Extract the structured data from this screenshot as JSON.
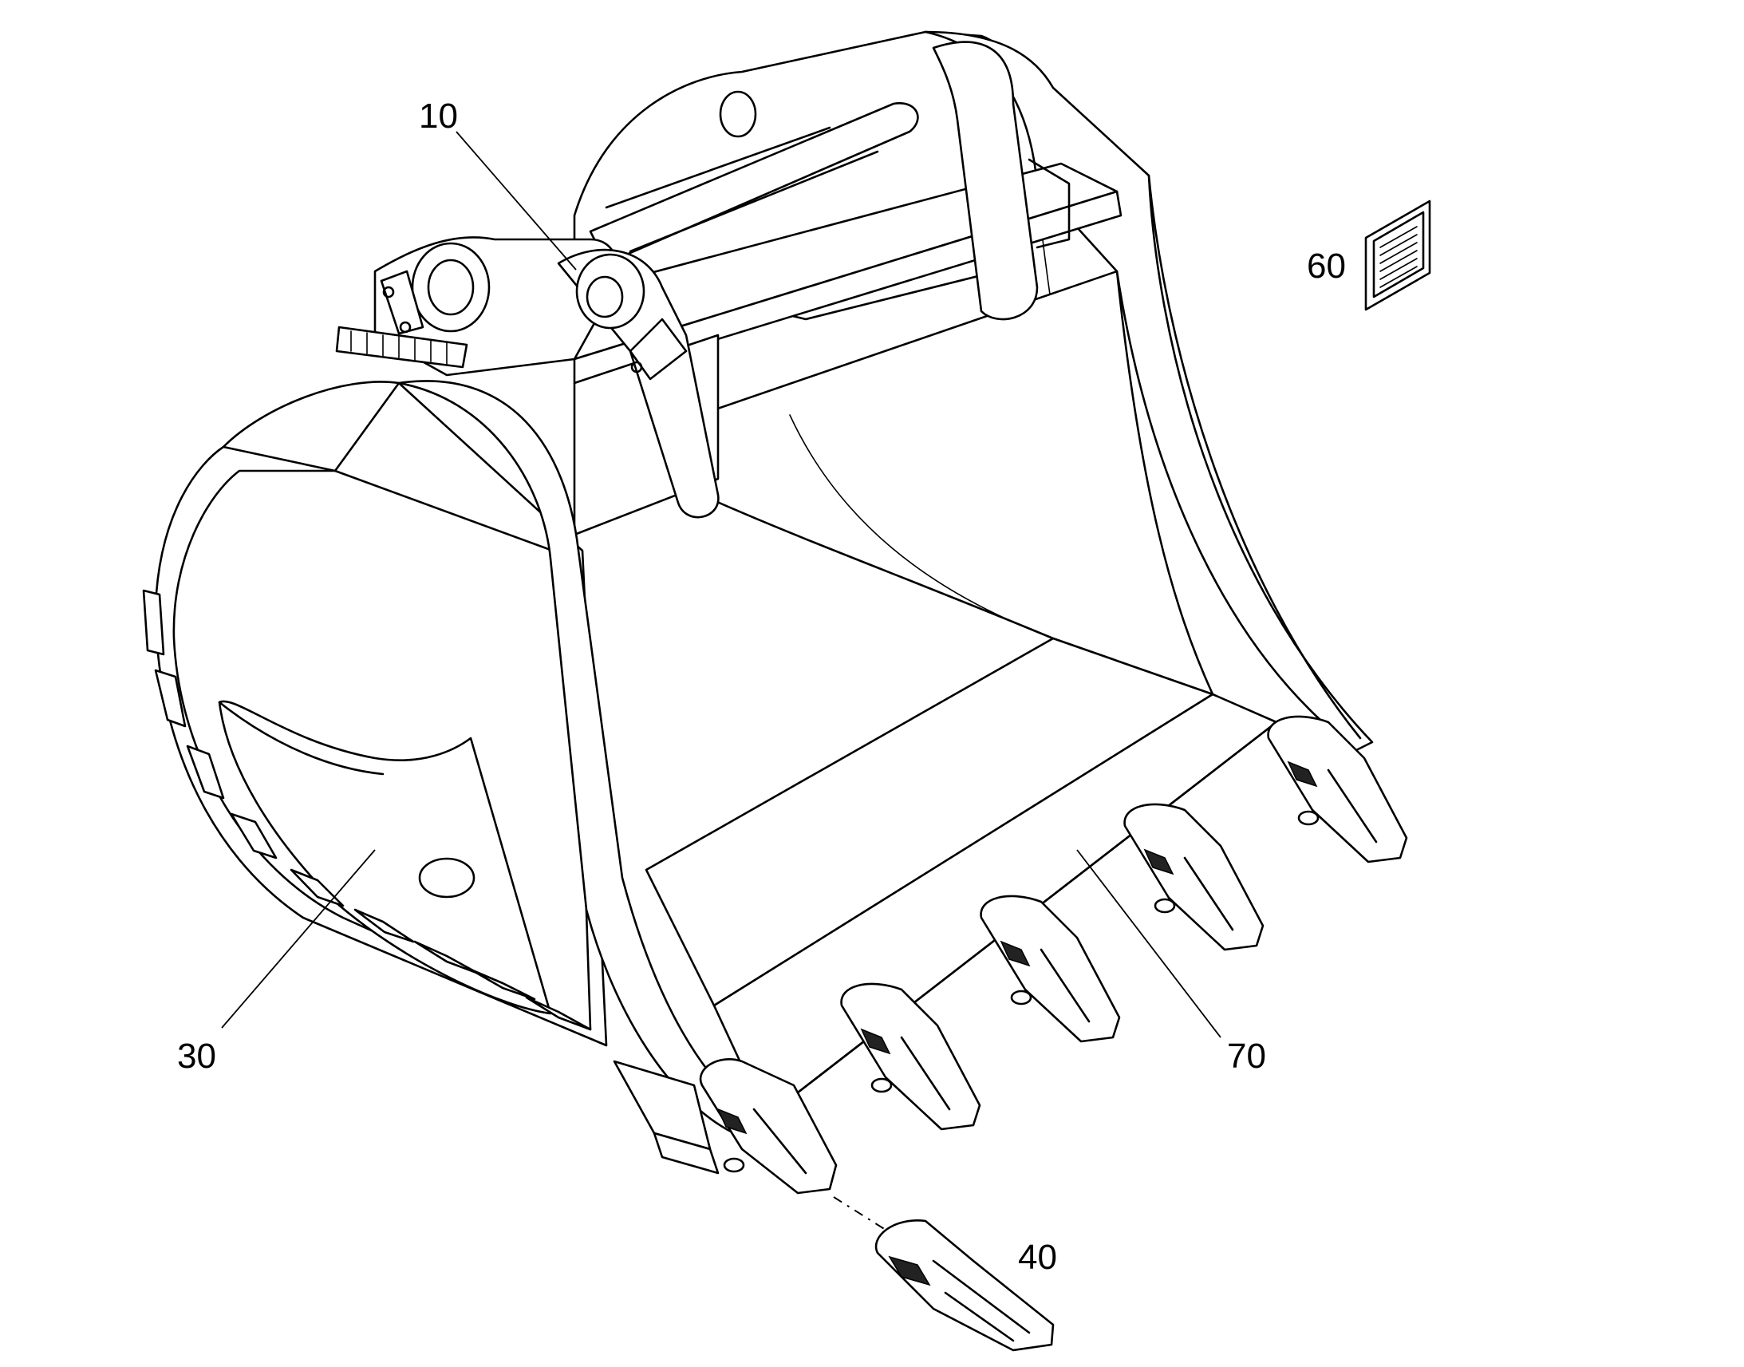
{
  "diagram": {
    "callouts": [
      {
        "id": "10",
        "label": "10"
      },
      {
        "id": "30",
        "label": "30"
      },
      {
        "id": "40",
        "label": "40"
      },
      {
        "id": "60",
        "label": "60"
      },
      {
        "id": "70",
        "label": "70"
      }
    ]
  },
  "colors": {
    "line": "#000000",
    "background": "#ffffff"
  }
}
